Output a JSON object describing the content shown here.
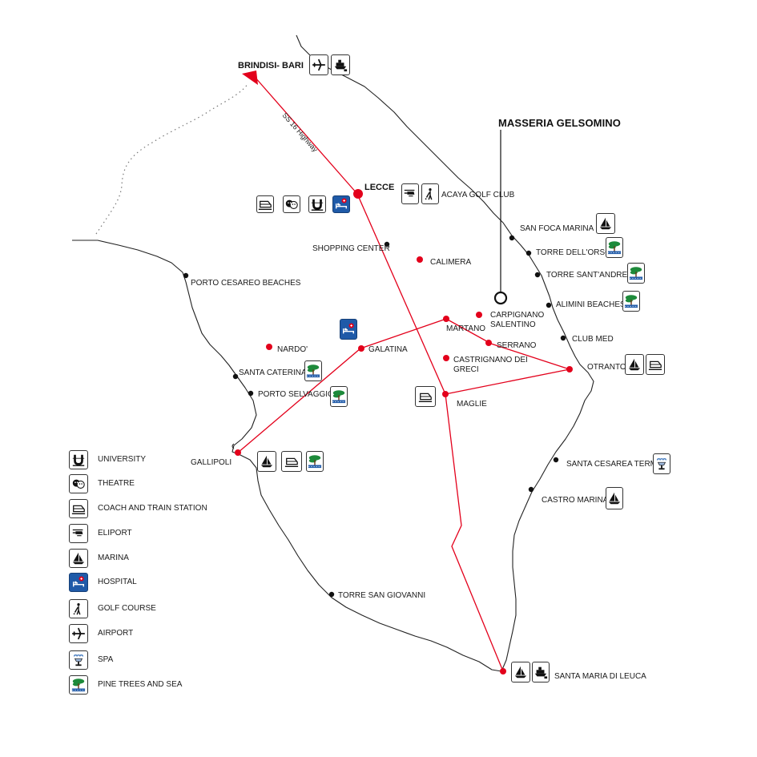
{
  "map_labels": {
    "brindisi": "BRINDISI- BARI",
    "highway": "SS 16 Highway",
    "masseria": "MASSERIA GELSOMINO",
    "lecce": "LECCE",
    "acaya": "ACAYA GOLF CLUB",
    "san_foca": "SAN FOCA  MARINA",
    "torre_orso": "TORRE DELL'ORSO",
    "torre_santandrea": "TORRE SANT'ANDREA",
    "alimini": "ALIMINI BEACHES",
    "shopping": "SHOPPING CENTER",
    "calimera": "CALIMERA",
    "porto_cesareo": "PORTO CESAREO BEACHES",
    "carpignano": "CARPIGNANO SALENTINO",
    "martano": "MARTANO",
    "club_med": "CLUB MED",
    "serrano": "SERRANO",
    "nardo": "NARDO'",
    "galatina": "GALATINA",
    "castrignano": "CASTRIGNANO DEI GRECI",
    "otranto": "OTRANTO",
    "santa_caterina": "SANTA CATERINA",
    "porto_selvaggio": "PORTO SELVAGGIO",
    "maglie": "MAGLIE",
    "gallipoli": "GALLIPOLI",
    "santa_cesarea": "SANTA CESAREA TERME",
    "castro": "CASTRO MARINA",
    "torre_san_giovanni": "TORRE SAN GIOVANNI",
    "leuca": "SANTA MARIA DI LEUCA"
  },
  "legend": {
    "university": "UNIVERSITY",
    "theatre": "THEATRE",
    "coach": "COACH AND TRAIN STATION",
    "eliport": "ELIPORT",
    "marina": "MARINA",
    "hospital": "HOSPITAL",
    "golf": "GOLF COURSE",
    "airport": "AIRPORT",
    "spa": "SPA",
    "pine": "PINE TREES AND SEA"
  },
  "colors": {
    "route": "#e3001b",
    "coast": "#222222",
    "hospital_icon_bg": "#1f5aa8",
    "pine_green": "#1d8a3a"
  },
  "icons": [
    "airplane-icon",
    "ship-icon",
    "coach-icon",
    "theatre-icon",
    "university-icon",
    "hospital-icon",
    "eliport-icon",
    "golf-icon",
    "marina-icon",
    "pine-sea-icon",
    "spa-icon"
  ]
}
